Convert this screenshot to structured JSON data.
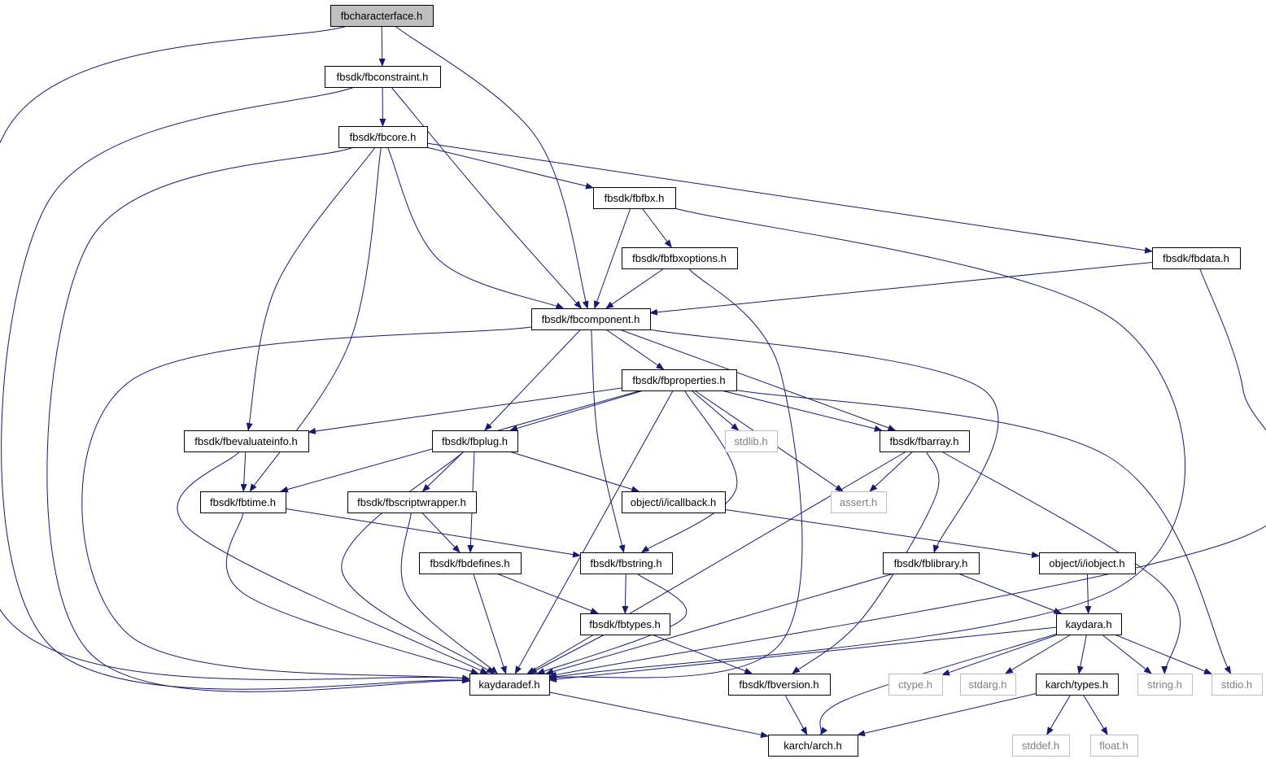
{
  "diagram": {
    "colors": {
      "edge": "#191970",
      "node_border": "#000000",
      "external_border": "#bfbfbf",
      "external_text": "#7f7f7f",
      "root_fill": "#bfbfbf"
    },
    "nodes": [
      {
        "id": "fbcharacterface",
        "label": "fbcharacterface.h",
        "kind": "root"
      },
      {
        "id": "fbconstraint",
        "label": "fbsdk/fbconstraint.h",
        "kind": "file"
      },
      {
        "id": "fbcore",
        "label": "fbsdk/fbcore.h",
        "kind": "file"
      },
      {
        "id": "fbfbx",
        "label": "fbsdk/fbfbx.h",
        "kind": "file"
      },
      {
        "id": "fbfbxoptions",
        "label": "fbsdk/fbfbxoptions.h",
        "kind": "file"
      },
      {
        "id": "fbdata",
        "label": "fbsdk/fbdata.h",
        "kind": "file"
      },
      {
        "id": "fbcomponent",
        "label": "fbsdk/fbcomponent.h",
        "kind": "file"
      },
      {
        "id": "fbproperties",
        "label": "fbsdk/fbproperties.h",
        "kind": "file"
      },
      {
        "id": "fbevaluateinfo",
        "label": "fbsdk/fbevaluateinfo.h",
        "kind": "file"
      },
      {
        "id": "fbplug",
        "label": "fbsdk/fbplug.h",
        "kind": "file"
      },
      {
        "id": "stdlib",
        "label": "stdlib.h",
        "kind": "external"
      },
      {
        "id": "fbarray",
        "label": "fbsdk/fbarray.h",
        "kind": "file"
      },
      {
        "id": "fbtime",
        "label": "fbsdk/fbtime.h",
        "kind": "file"
      },
      {
        "id": "fbscriptwrapper",
        "label": "fbsdk/fbscriptwrapper.h",
        "kind": "file"
      },
      {
        "id": "icallback",
        "label": "object/i/icallback.h",
        "kind": "file"
      },
      {
        "id": "assert",
        "label": "assert.h",
        "kind": "external"
      },
      {
        "id": "fbdefines",
        "label": "fbsdk/fbdefines.h",
        "kind": "file"
      },
      {
        "id": "fbstring",
        "label": "fbsdk/fbstring.h",
        "kind": "file"
      },
      {
        "id": "fblibrary",
        "label": "fbsdk/fblibrary.h",
        "kind": "file"
      },
      {
        "id": "iobject",
        "label": "object/i/iobject.h",
        "kind": "file"
      },
      {
        "id": "fbtypes",
        "label": "fbsdk/fbtypes.h",
        "kind": "file"
      },
      {
        "id": "kaydara",
        "label": "kaydara.h",
        "kind": "file"
      },
      {
        "id": "kaydaradef",
        "label": "kaydaradef.h",
        "kind": "file"
      },
      {
        "id": "fbversion",
        "label": "fbsdk/fbversion.h",
        "kind": "file"
      },
      {
        "id": "ctype",
        "label": "ctype.h",
        "kind": "external"
      },
      {
        "id": "stdarg",
        "label": "stdarg.h",
        "kind": "external"
      },
      {
        "id": "karchtypes",
        "label": "karch/types.h",
        "kind": "file"
      },
      {
        "id": "string",
        "label": "string.h",
        "kind": "external"
      },
      {
        "id": "stdio",
        "label": "stdio.h",
        "kind": "external"
      },
      {
        "id": "karcharch",
        "label": "karch/arch.h",
        "kind": "file"
      },
      {
        "id": "stddef",
        "label": "stddef.h",
        "kind": "external"
      },
      {
        "id": "float",
        "label": "float.h",
        "kind": "external"
      }
    ],
    "edges": [
      {
        "from": "fbcharacterface",
        "to": "fbconstraint"
      },
      {
        "from": "fbcharacterface",
        "to": "fbcomponent"
      },
      {
        "from": "fbcharacterface",
        "to": "kaydaradef"
      },
      {
        "from": "fbconstraint",
        "to": "fbcore"
      },
      {
        "from": "fbconstraint",
        "to": "fbcomponent"
      },
      {
        "from": "fbconstraint",
        "to": "kaydaradef"
      },
      {
        "from": "fbcore",
        "to": "fbfbx"
      },
      {
        "from": "fbcore",
        "to": "fbdata"
      },
      {
        "from": "fbcore",
        "to": "fbcomponent"
      },
      {
        "from": "fbcore",
        "to": "fbevaluateinfo"
      },
      {
        "from": "fbcore",
        "to": "fbtime"
      },
      {
        "from": "fbcore",
        "to": "kaydaradef"
      },
      {
        "from": "fbfbx",
        "to": "fbfbxoptions"
      },
      {
        "from": "fbfbx",
        "to": "fbcomponent"
      },
      {
        "from": "fbfbx",
        "to": "kaydaradef"
      },
      {
        "from": "fbfbxoptions",
        "to": "fbcomponent"
      },
      {
        "from": "fbfbxoptions",
        "to": "kaydaradef"
      },
      {
        "from": "fbdata",
        "to": "fbcomponent"
      },
      {
        "from": "fbdata",
        "to": "kaydaradef"
      },
      {
        "from": "fbcomponent",
        "to": "fbproperties"
      },
      {
        "from": "fbcomponent",
        "to": "fbplug"
      },
      {
        "from": "fbcomponent",
        "to": "fbarray"
      },
      {
        "from": "fbcomponent",
        "to": "fbstring"
      },
      {
        "from": "fbcomponent",
        "to": "fblibrary"
      },
      {
        "from": "fbcomponent",
        "to": "kaydaradef"
      },
      {
        "from": "fbproperties",
        "to": "fbevaluateinfo"
      },
      {
        "from": "fbproperties",
        "to": "fbplug"
      },
      {
        "from": "fbproperties",
        "to": "stdlib"
      },
      {
        "from": "fbproperties",
        "to": "fbarray"
      },
      {
        "from": "fbproperties",
        "to": "fbtime"
      },
      {
        "from": "fbproperties",
        "to": "assert"
      },
      {
        "from": "fbproperties",
        "to": "fbstring"
      },
      {
        "from": "fbproperties",
        "to": "kaydaradef"
      },
      {
        "from": "fbproperties",
        "to": "stdio"
      },
      {
        "from": "fbevaluateinfo",
        "to": "fbtime"
      },
      {
        "from": "fbevaluateinfo",
        "to": "kaydaradef"
      },
      {
        "from": "fbplug",
        "to": "fbscriptwrapper"
      },
      {
        "from": "fbplug",
        "to": "icallback"
      },
      {
        "from": "fbplug",
        "to": "fbdefines"
      },
      {
        "from": "fbplug",
        "to": "kaydaradef"
      },
      {
        "from": "fbarray",
        "to": "assert"
      },
      {
        "from": "fbarray",
        "to": "string"
      },
      {
        "from": "fbarray",
        "to": "kaydaradef"
      },
      {
        "from": "fbarray",
        "to": "fbversion"
      },
      {
        "from": "fbtime",
        "to": "fbstring"
      },
      {
        "from": "fbtime",
        "to": "kaydaradef"
      },
      {
        "from": "fbscriptwrapper",
        "to": "fbdefines"
      },
      {
        "from": "fbscriptwrapper",
        "to": "kaydaradef"
      },
      {
        "from": "icallback",
        "to": "iobject"
      },
      {
        "from": "fbdefines",
        "to": "fbtypes"
      },
      {
        "from": "fbdefines",
        "to": "kaydaradef"
      },
      {
        "from": "fbstring",
        "to": "fbtypes"
      },
      {
        "from": "fbstring",
        "to": "kaydaradef"
      },
      {
        "from": "fblibrary",
        "to": "kaydara"
      },
      {
        "from": "fblibrary",
        "to": "kaydaradef"
      },
      {
        "from": "iobject",
        "to": "kaydara"
      },
      {
        "from": "fbtypes",
        "to": "fbversion"
      },
      {
        "from": "fbtypes",
        "to": "kaydaradef"
      },
      {
        "from": "kaydara",
        "to": "kaydaradef"
      },
      {
        "from": "kaydara",
        "to": "ctype"
      },
      {
        "from": "kaydara",
        "to": "stdarg"
      },
      {
        "from": "kaydara",
        "to": "karchtypes"
      },
      {
        "from": "kaydara",
        "to": "string"
      },
      {
        "from": "kaydara",
        "to": "stdio"
      },
      {
        "from": "kaydara",
        "to": "karcharch"
      },
      {
        "from": "kaydaradef",
        "to": "karcharch"
      },
      {
        "from": "fbversion",
        "to": "karcharch"
      },
      {
        "from": "karchtypes",
        "to": "karcharch"
      },
      {
        "from": "karchtypes",
        "to": "stddef"
      },
      {
        "from": "karchtypes",
        "to": "float"
      }
    ]
  }
}
